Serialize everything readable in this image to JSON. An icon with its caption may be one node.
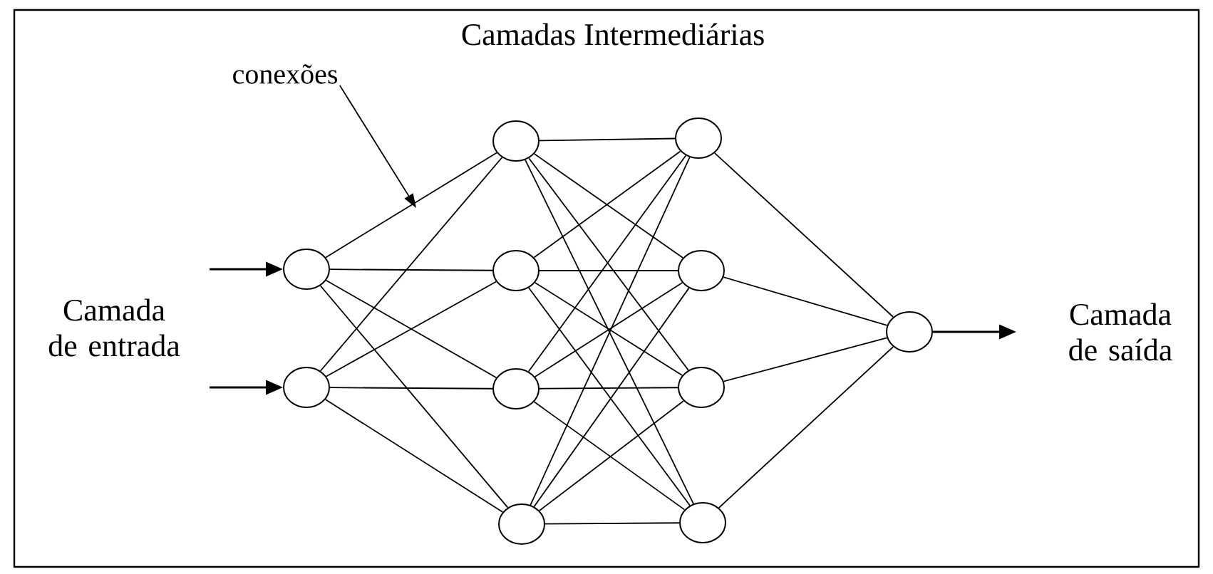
{
  "diagram": {
    "title": "Camadas Intermediárias",
    "nodes": [
      {
        "text": [
          "conexões"
        ]
      },
      {
        "text": [],
        "shape": "circle"
      },
      {
        "text": [],
        "shape": "circle"
      },
      {
        "text": [],
        "shape": "circle"
      },
      {
        "text": [],
        "shape": "circle"
      },
      {
        "text": [],
        "shape": "circle"
      },
      {
        "text": [],
        "shape": "circle"
      },
      {
        "text": [],
        "shape": "circle"
      },
      {
        "text": [],
        "shape": "circle"
      },
      {
        "text": [],
        "shape": "circle"
      },
      {
        "text": [],
        "shape": "circle"
      },
      {
        "text": [],
        "shape": "circle"
      }
    ],
    "edges": [
      {
        "from": 0,
        "to": null,
        "arrow": "to"
      },
      {
        "from": null,
        "to": 1,
        "arrow": "to"
      },
      {
        "from": null,
        "to": 2,
        "arrow": "to"
      },
      {
        "from": 1,
        "to": 3,
        "arrow": "none"
      },
      {
        "from": 1,
        "to": 4,
        "arrow": "none"
      },
      {
        "from": 1,
        "to": 5,
        "arrow": "none"
      },
      {
        "from": 1,
        "to": 6,
        "arrow": "none"
      },
      {
        "from": 2,
        "to": 3,
        "arrow": "none"
      },
      {
        "from": 2,
        "to": 4,
        "arrow": "none"
      },
      {
        "from": 2,
        "to": 5,
        "arrow": "none"
      },
      {
        "from": 2,
        "to": 6,
        "arrow": "none"
      },
      {
        "from": 3,
        "to": 7,
        "arrow": "none"
      },
      {
        "from": 3,
        "to": 8,
        "arrow": "none"
      },
      {
        "from": 3,
        "to": 9,
        "arrow": "none"
      },
      {
        "from": 3,
        "to": 10,
        "arrow": "none"
      },
      {
        "from": 4,
        "to": 7,
        "arrow": "none"
      },
      {
        "from": 4,
        "to": 8,
        "arrow": "none"
      },
      {
        "from": 4,
        "to": 9,
        "arrow": "none"
      },
      {
        "from": 4,
        "to": 10,
        "arrow": "none"
      },
      {
        "from": 5,
        "to": 7,
        "arrow": "none"
      },
      {
        "from": 5,
        "to": 8,
        "arrow": "none"
      },
      {
        "from": 5,
        "to": 9,
        "arrow": "none"
      },
      {
        "from": 5,
        "to": 10,
        "arrow": "none"
      },
      {
        "from": 6,
        "to": 7,
        "arrow": "none"
      },
      {
        "from": 6,
        "to": 8,
        "arrow": "none"
      },
      {
        "from": 6,
        "to": 9,
        "arrow": "none"
      },
      {
        "from": 6,
        "to": 10,
        "arrow": "none"
      },
      {
        "from": 7,
        "to": 11,
        "arrow": "none"
      },
      {
        "from": 8,
        "to": 11,
        "arrow": "none"
      },
      {
        "from": 9,
        "to": 11,
        "arrow": "none"
      },
      {
        "from": 10,
        "to": 11,
        "arrow": "none"
      },
      {
        "from": 11,
        "to": null,
        "arrow": "to"
      }
    ],
    "labels": [
      "Camada de entrada",
      "Camada de saída"
    ]
  }
}
